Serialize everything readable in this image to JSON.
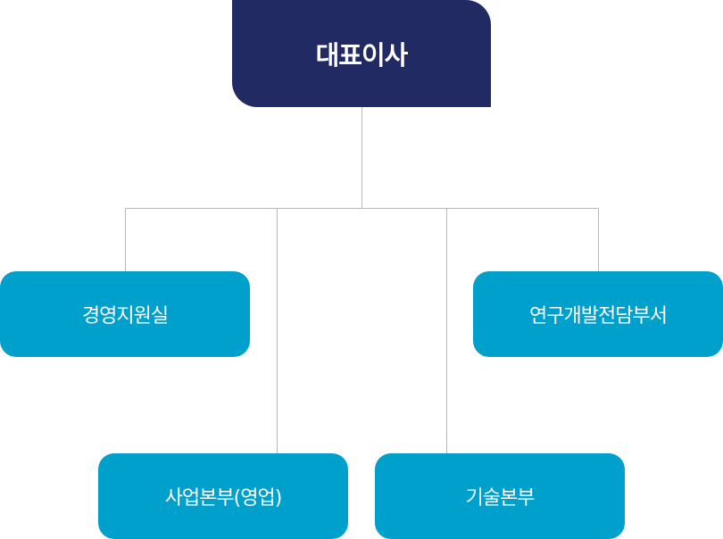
{
  "org_chart": {
    "root": {
      "label": "대표이사"
    },
    "departments": [
      {
        "label": "경영지원실"
      },
      {
        "label": "연구개발전담부서"
      },
      {
        "label": "사업본부(영업)"
      },
      {
        "label": "기술본부"
      }
    ]
  },
  "colors": {
    "root_fill": "#222a64",
    "department_fill": "#00a0cd",
    "connector_line": "#b9b9b9",
    "text": "#ffffff"
  }
}
